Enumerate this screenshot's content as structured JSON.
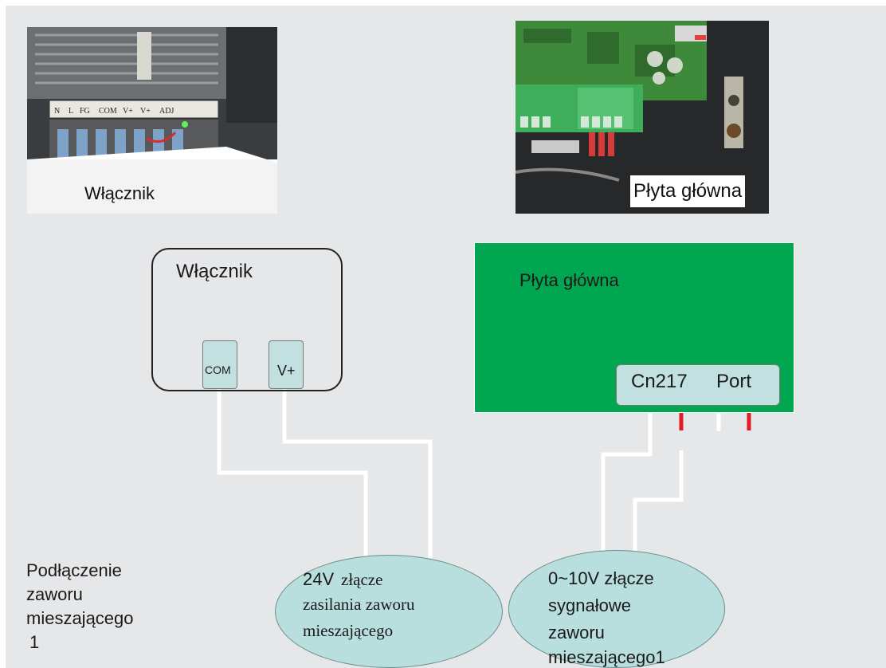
{
  "photos": {
    "left_caption": "Włącznik",
    "right_caption": "Płyta główna"
  },
  "switch_box": {
    "title": "Włącznik",
    "com_label": "COM",
    "vplus_label": "V+"
  },
  "mainboard": {
    "title": "Płyta główna",
    "connector_label": "Cn217",
    "port_label": "Port",
    "fill_color": "#00a650"
  },
  "side_note": {
    "line1": "Podłączenie",
    "line2": "zaworu",
    "line3": "mieszającego",
    "line4": "1"
  },
  "ellipse_power": {
    "line1_a": "24V",
    "line1_b": "złącze",
    "line2": "zasilania zaworu",
    "line3": "mieszającego"
  },
  "ellipse_signal": {
    "line1": "0~10V złącze",
    "line2": "sygnałowe",
    "line3": "zaworu",
    "line4": "mieszającego1"
  },
  "colors": {
    "wire_white": "#ffffff",
    "wire_red": "#e21b24",
    "terminal_fill": "#c3e0e0",
    "ellipse_fill": "#b9dede"
  }
}
